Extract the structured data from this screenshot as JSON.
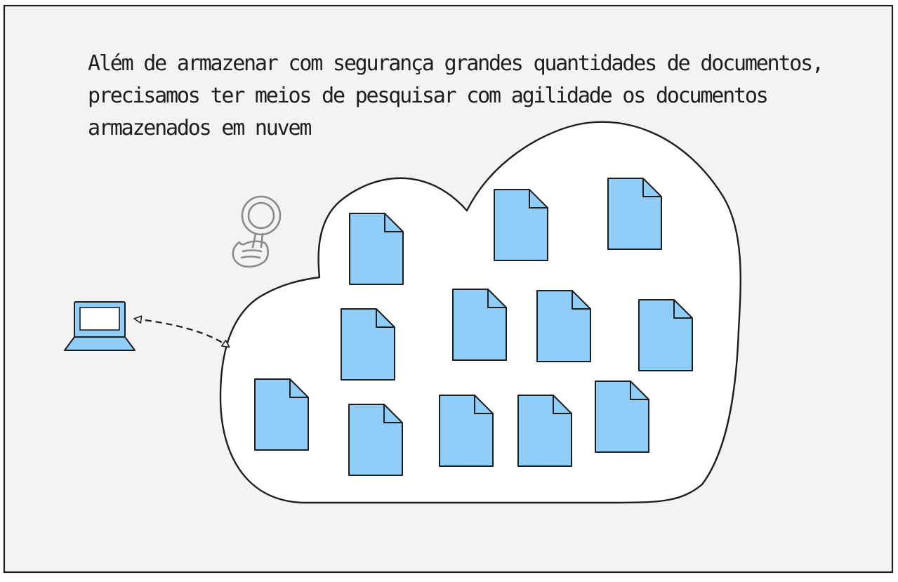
{
  "caption": {
    "lines": [
      "Além de armazenar com segurança grandes quantidades de documentos,",
      "precisamos ter meios de pesquisar com agilidade os documentos",
      "armazenados em nuvem"
    ]
  },
  "icons": {
    "laptop": "laptop-icon",
    "search": "magnifying-glass-icon",
    "document": "document-icon",
    "cloud": "cloud-shape"
  },
  "colors": {
    "background": "#f3f3f3",
    "stroke": "#1e1e1e",
    "document_fill": "#90cdf8",
    "cloud_fill": "#ffffff",
    "search_icon": "#8a8a8a"
  }
}
